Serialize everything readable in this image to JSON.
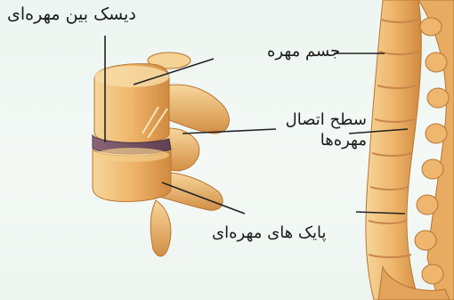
{
  "labels": {
    "intervertebral_disc": "دیسک بین مهره‌ای",
    "vertebral_body": "جسم مهره",
    "facet_joint": "سطح اتصال مهره‌ها",
    "vertebral_pedicle": "پایک های مهره‌ای"
  },
  "colors": {
    "background": "#eef6f2",
    "bone_light": "#f3ca86",
    "bone_mid": "#e6a65a",
    "bone_dark": "#c27c35",
    "disc": "#7a5668",
    "leader_line": "#222222"
  }
}
